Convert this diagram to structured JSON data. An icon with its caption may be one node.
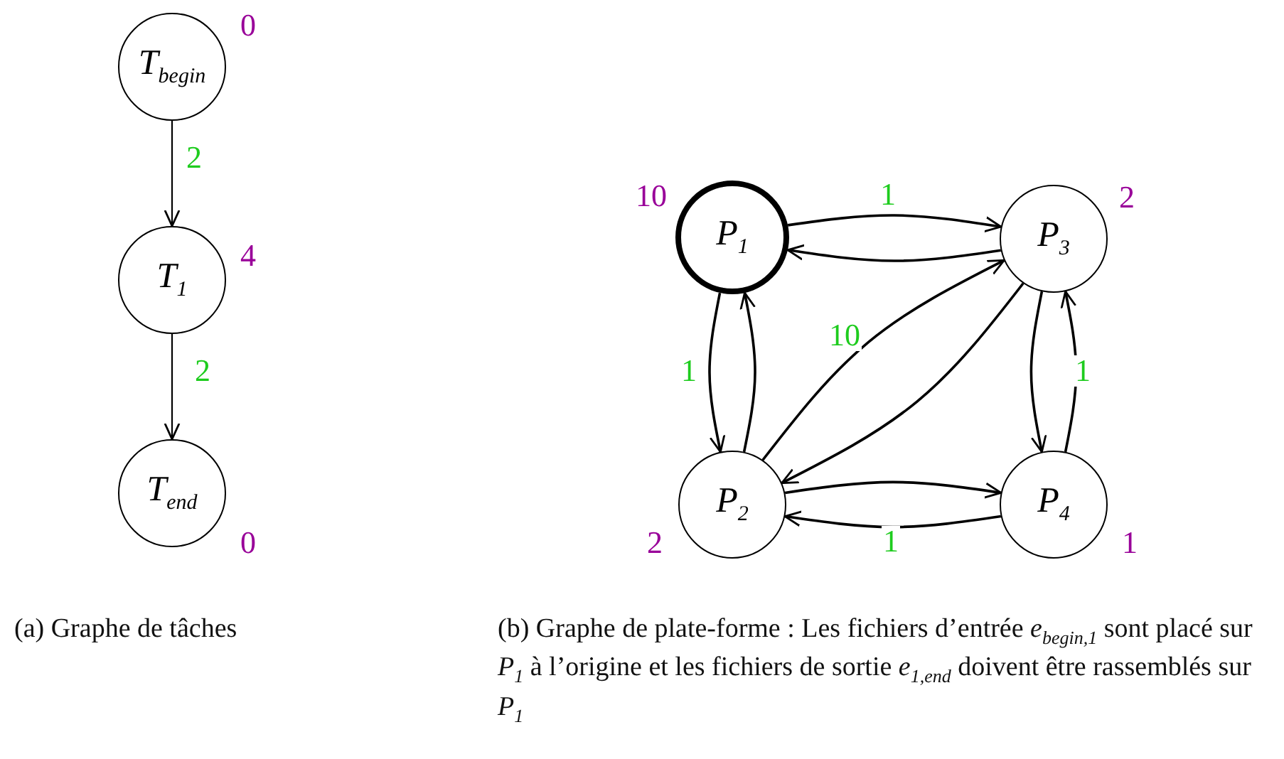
{
  "diagram": {
    "nodes": [
      {
        "text": [
          "T$_{begin}$"
        ],
        "beside": [
          "0"
        ]
      },
      {
        "text": [
          "T$_{1}$"
        ],
        "beside": [
          "4"
        ]
      },
      {
        "text": [
          "T$_{end}$"
        ],
        "beside": [
          "0"
        ]
      },
      {
        "text": [
          "P$_{1}$"
        ],
        "beside": [
          "10"
        ]
      },
      {
        "text": [
          "P$_{3}$"
        ],
        "beside": [
          "2"
        ]
      },
      {
        "text": [
          "P$_{2}$"
        ],
        "beside": [
          "2"
        ]
      },
      {
        "text": [
          "P$_{4}$"
        ],
        "beside": [
          "1"
        ]
      }
    ],
    "edges": [
      {
        "from": 0,
        "to": 1,
        "arrow": "to",
        "label": "2"
      },
      {
        "from": 1,
        "to": 2,
        "arrow": "to",
        "label": "2"
      },
      {
        "from": 3,
        "to": 4,
        "arrow": "to",
        "label": "1"
      },
      {
        "from": 4,
        "to": 3,
        "arrow": "to"
      },
      {
        "from": 3,
        "to": 5,
        "arrow": "to",
        "label": "1"
      },
      {
        "from": 5,
        "to": 3,
        "arrow": "to"
      },
      {
        "from": 5,
        "to": 4,
        "arrow": "to",
        "label": "10"
      },
      {
        "from": 4,
        "to": 5,
        "arrow": "to"
      },
      {
        "from": 4,
        "to": 6,
        "arrow": "to"
      },
      {
        "from": 6,
        "to": 4,
        "arrow": "to",
        "label": "1"
      },
      {
        "from": 5,
        "to": 6,
        "arrow": "to"
      },
      {
        "from": 6,
        "to": 5,
        "arrow": "to",
        "label": "1"
      }
    ],
    "labels": [
      "(a) Graphe de tâches",
      "(b) Graphe de plate-forme : Les fichiers d’entrée *e*$_{begin,1}$ sont placé sur *P*$_{1}$ à l’origine et les fichiers de sortie *e*$_{1,end}$ doivent être rassemblés sur *P*$_{1}$"
    ]
  }
}
